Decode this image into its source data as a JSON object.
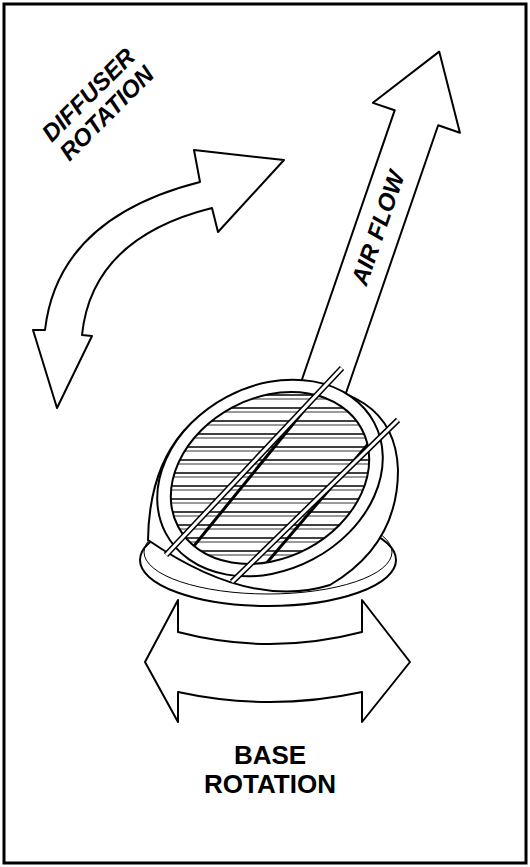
{
  "diagram": {
    "labels": [
      "DIFFUSER ROTATION",
      "AIR FLOW",
      "BASE ROTATION"
    ]
  }
}
